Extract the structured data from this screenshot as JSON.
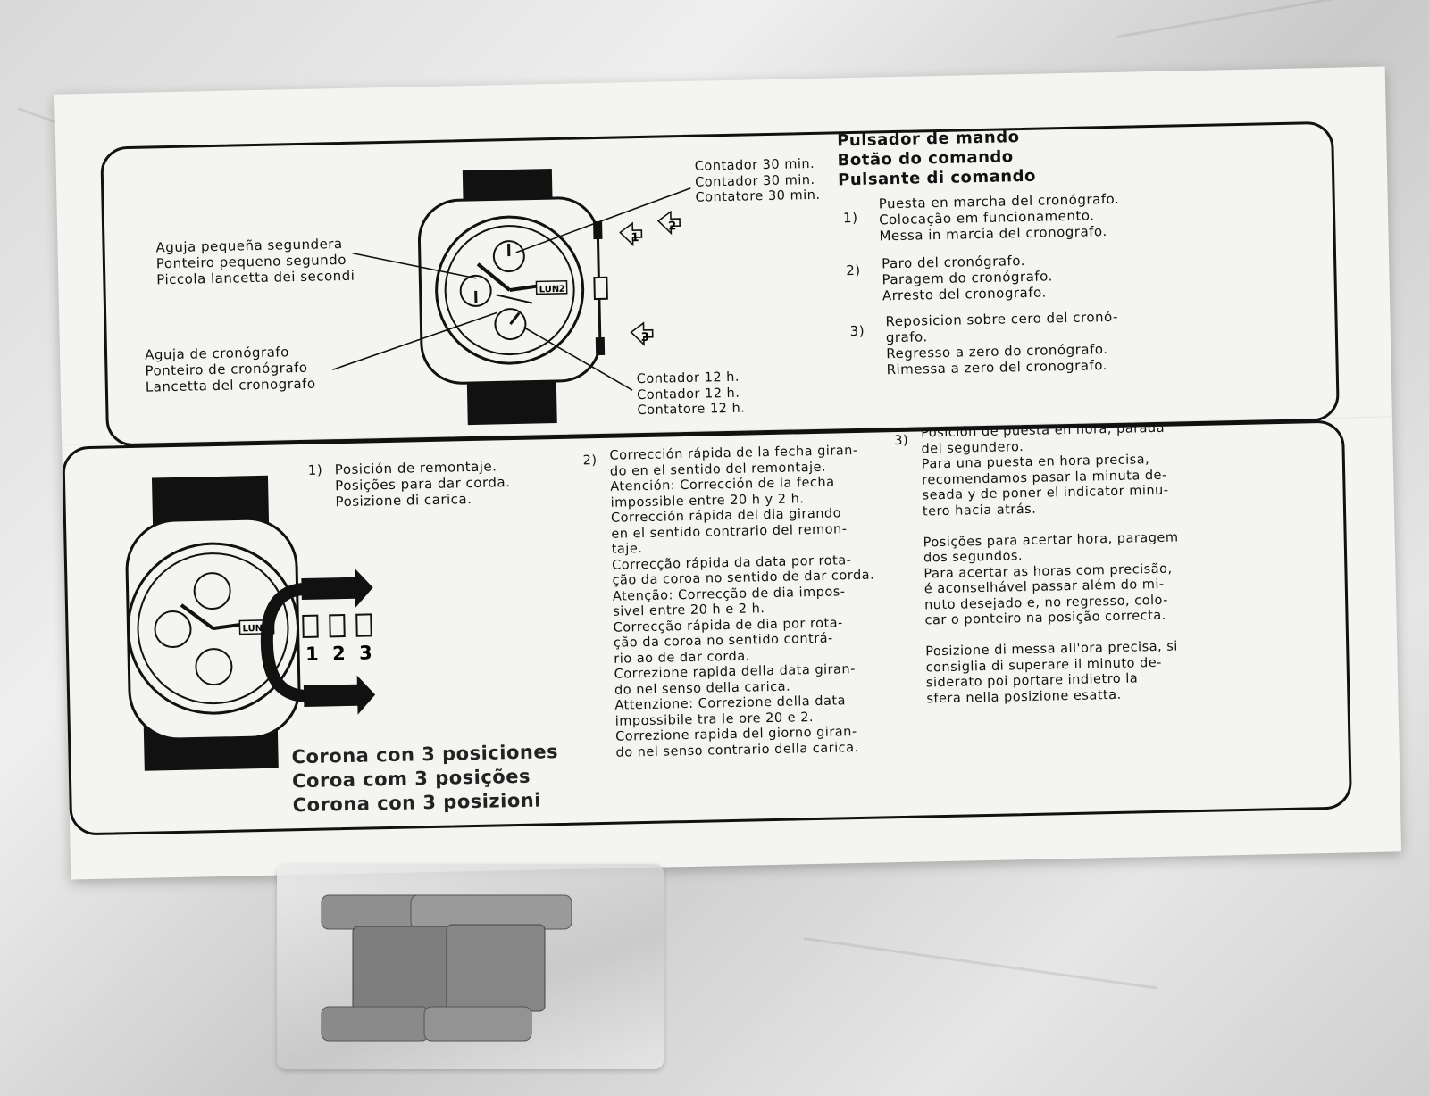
{
  "top": {
    "labels_left": [
      "Aguja pequeña segundera\nPonteiro pequeno segundo\nPiccola lancetta dei secondi",
      "Aguja de cronógrafo\nPonteiro de cronógrafo\nLancetta del cronografo"
    ],
    "counter_30": "Contador 30 min.\nContador 30 min.\nContatore 30 min.",
    "counter_12": "Contador 12 h.\nContador 12 h.\nContatore 12 h.",
    "pusher_title": "Pulsador de mando\nBotão do comando\nPulsante di comando",
    "steps": [
      {
        "num": "1)",
        "text": "Puesta en marcha del cronógrafo.\nColocação em funcionamento.\nMessa in marcia del cronografo."
      },
      {
        "num": "2)",
        "text": "Paro del cronógrafo.\nParagem do cronógrafo.\nArresto del cronografo."
      },
      {
        "num": "3)",
        "text": "Reposicion sobre cero del cronó-\ngrafo.\nRegresso a zero do cronógrafo.\nRimessa a zero del cronografo."
      }
    ],
    "arrow_nums": [
      "1",
      "2",
      "3"
    ],
    "dial_day": "LUN",
    "dial_date": "2"
  },
  "bottom": {
    "pos1_num": "1)",
    "pos1_text": "Posición de remontaje.\nPosições para dar corda.\nPosizione di carica.",
    "pos2_num": "2)",
    "pos2_text": "Corrección rápida de la fecha giran-\ndo en el sentido del remontaje.\nAtención: Corrección de la fecha\nimpossible entre 20 h y 2 h.\nCorrección rápida del dia girando\nen el sentido contrario del remon-\ntaje.\nCorrecção rápida da data por rota-\nção da coroa no sentido de dar corda.\nAtenção: Correcção de dia impos-\nsivel entre 20 h e 2 h.\nCorrecção rápida de dia por rota-\nção da coroa no sentido contrá-\nrio ao de dar corda.\nCorrezione rapida della data giran-\ndo nel senso della carica.\nAttenzione: Correzione della data\nimpossibile tra le ore 20 e 2.\nCorrezione rapida del giorno giran-\ndo nel senso contrario della carica.",
    "pos3_num": "3)",
    "pos3_text": "Posición de puesta en hora, parada\ndel segundero.\nPara una puesta en hora precisa,\nrecomendamos pasar la minuta de-\nseada y de poner el indicator minu-\ntero hacia atrás.\n\nPosições para acertar hora, paragem\ndos segundos.\nPara acertar as horas com precisão,\né aconselhável passar além do mi-\nnuto desejado e, no regresso, colo-\ncar o ponteiro na posição correcta.\n\nPosizione di messa all'ora precisa, si\nconsiglia di superare il minuto de-\nsiderato poi portare indietro la\nsfera nella posizione esatta.",
    "crown_title": "Corona con 3 posiciones\nCoroa com 3 posições\nCorona con 3 posizioni",
    "crown_nums": [
      "1",
      "2",
      "3"
    ]
  }
}
